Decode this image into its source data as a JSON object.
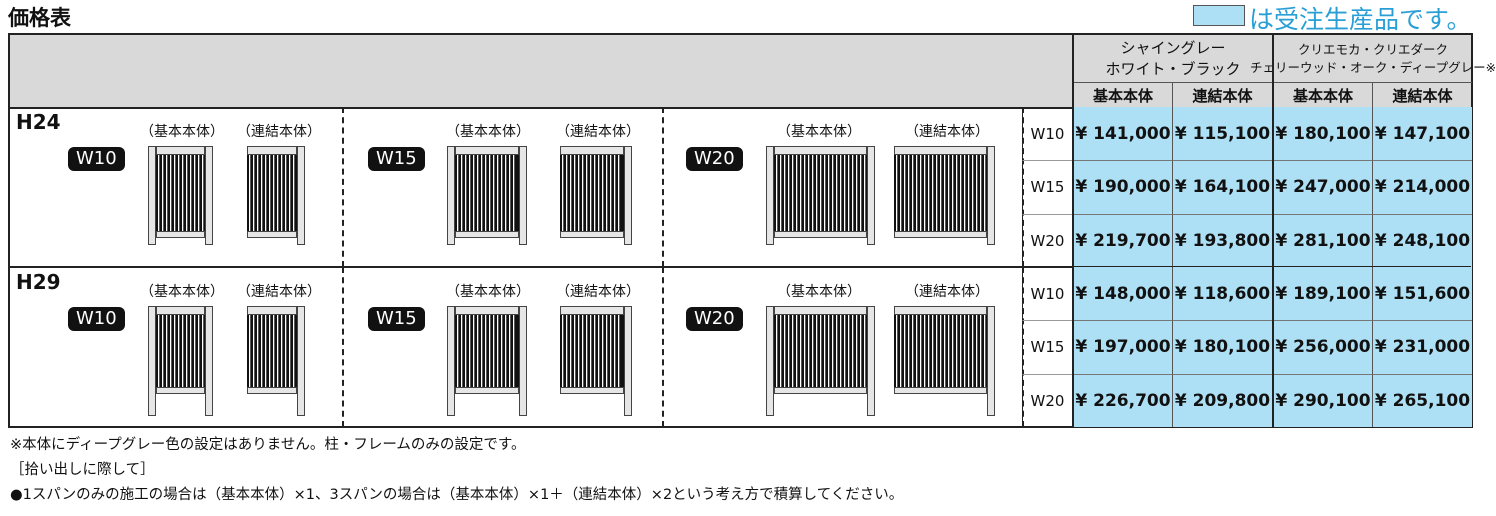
{
  "title": "価格表",
  "legend": {
    "text": "は受注生産品です。",
    "color": "#aee0f5"
  },
  "header": {
    "group1": [
      "シャイングレー",
      "ホワイト・ブラック"
    ],
    "group2": [
      "クリエモカ・クリエダーク",
      "チェリーウッド・オーク・ディープグレー※"
    ],
    "sub": [
      "基本本体",
      "連結本体",
      "基本本体",
      "連結本体"
    ]
  },
  "diagram_labels": {
    "basic": "（基本本体）",
    "linked": "（連結本体）"
  },
  "sections": [
    {
      "height": "H24",
      "widths": [
        "W10",
        "W15",
        "W20"
      ],
      "rows": [
        {
          "w": "W10",
          "prices": [
            "¥ 141,000",
            "¥ 115,100",
            "¥ 180,100",
            "¥ 147,100"
          ]
        },
        {
          "w": "W15",
          "prices": [
            "¥ 190,000",
            "¥ 164,100",
            "¥ 247,000",
            "¥ 214,000"
          ]
        },
        {
          "w": "W20",
          "prices": [
            "¥ 219,700",
            "¥ 193,800",
            "¥ 281,100",
            "¥ 248,100"
          ]
        }
      ]
    },
    {
      "height": "H29",
      "widths": [
        "W10",
        "W15",
        "W20"
      ],
      "rows": [
        {
          "w": "W10",
          "prices": [
            "¥ 148,000",
            "¥ 118,600",
            "¥ 189,100",
            "¥ 151,600"
          ]
        },
        {
          "w": "W15",
          "prices": [
            "¥ 197,000",
            "¥ 180,100",
            "¥ 256,000",
            "¥ 231,000"
          ]
        },
        {
          "w": "W20",
          "prices": [
            "¥ 226,700",
            "¥ 209,800",
            "¥ 290,100",
            "¥ 265,100"
          ]
        }
      ]
    }
  ],
  "notes": [
    "※本体にディープグレー色の設定はありません。柱・フレームのみの設定です。",
    "［拾い出しに際して］",
    "●1スパンのみの施工の場合は（基本本体）×1、3スパンの場合は（基本本体）×1＋（連結本体）×2という考え方で積算してください。"
  ]
}
